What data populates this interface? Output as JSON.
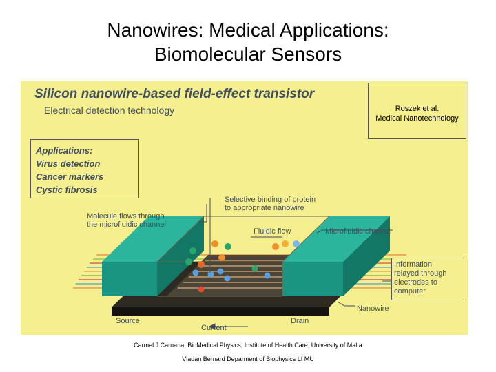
{
  "slide": {
    "title_line1": "Nanowires: Medical Applications:",
    "title_line2": "Biomolecular Sensors"
  },
  "figure": {
    "title": "Silicon nanowire-based field-effect transistor",
    "subtitle": "Electrical detection technology",
    "reference": {
      "line1": "Roszek  et al.",
      "line2": "Medical Nanotechnology"
    },
    "applications": [
      "Applications:",
      "Virus detection",
      "Cancer markers",
      "Cystic fibrosis"
    ],
    "labels": {
      "selective_l1": "Selective binding of protein",
      "selective_l2": "to appropriate nanowire",
      "molecule_l1": "Molecule flows through",
      "molecule_l2": "the microfluidic channel",
      "fluidic_flow": "Fluidic flow",
      "microfluidic": "Microfluidic channel",
      "nanowire": "Nanowire",
      "source": "Source",
      "drain": "Drain",
      "current": "Current"
    },
    "info": [
      "Information",
      "relayed through",
      "electrodes to",
      "computer"
    ],
    "colors": {
      "panel": "#f5ef8f",
      "electrode": "#1fa58f",
      "text": "#3f4f5f"
    }
  },
  "credits": {
    "line1": "Carmel J Caruana, BioMedical Physics, Institute of Health Care, University of Malta",
    "line2": "Vladan Bernard Deparment of Biophysics Lf MU"
  }
}
